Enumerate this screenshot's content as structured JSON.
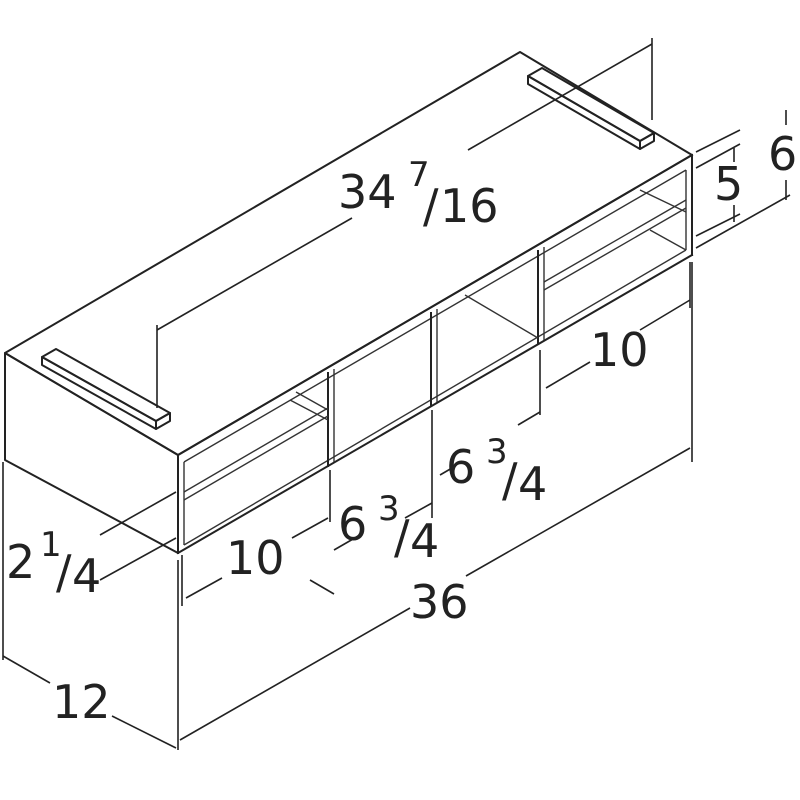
{
  "dimensions": {
    "overall_width": "36",
    "depth": "12",
    "cleat_span": {
      "whole": "34",
      "num": "7",
      "den": "16"
    },
    "right_height_5": "5",
    "right_height_6": "6",
    "left_height": {
      "whole": "2",
      "num": "1",
      "den": "4"
    },
    "width_left_cubby": "10",
    "width_right_cubby": "10",
    "middle_left": {
      "whole": "6",
      "num": "3",
      "den": "4"
    },
    "middle_right": {
      "whole": "6",
      "num": "3",
      "den": "4"
    }
  }
}
